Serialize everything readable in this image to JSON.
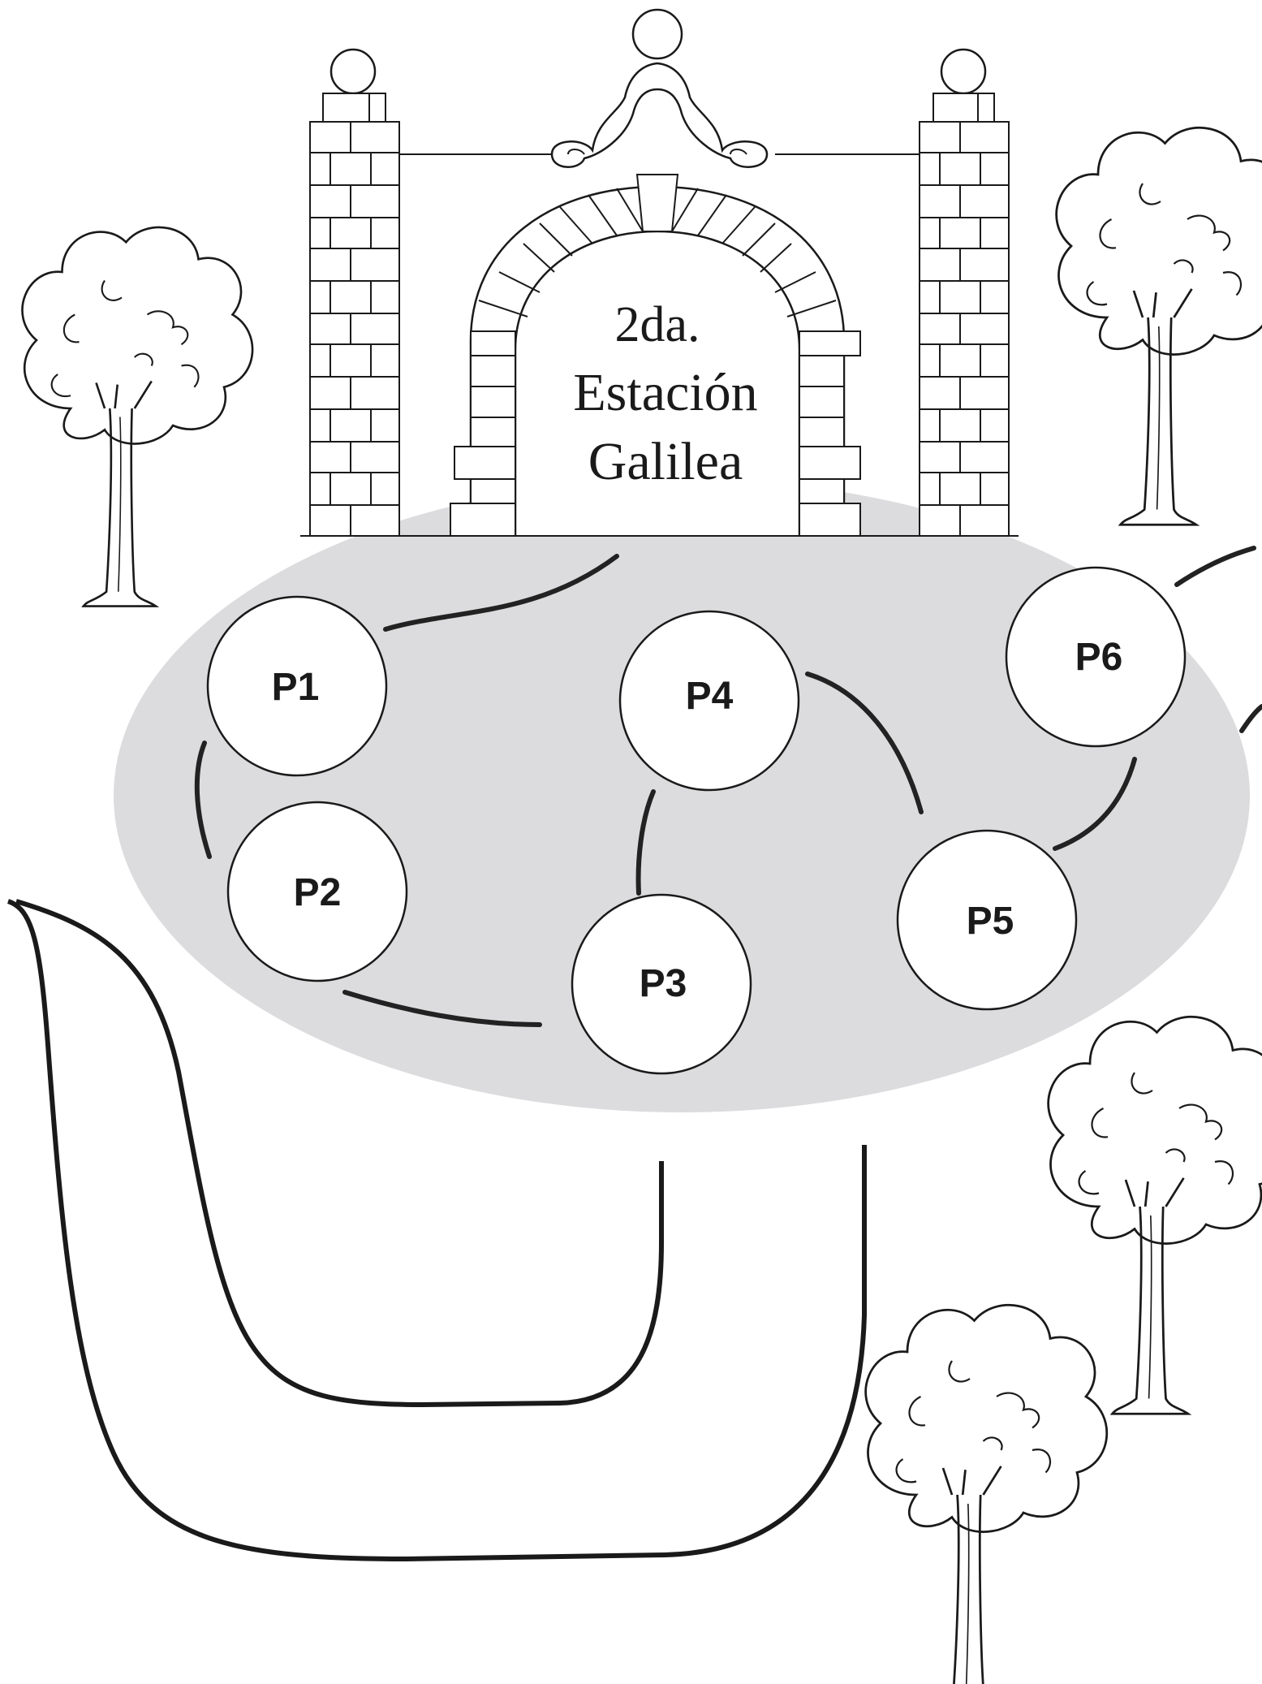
{
  "station": {
    "line1": "2da.",
    "line2": "Estación",
    "line3": "Galilea"
  },
  "stops": [
    {
      "id": "p1",
      "label": "P1"
    },
    {
      "id": "p2",
      "label": "P2"
    },
    {
      "id": "p3",
      "label": "P3"
    },
    {
      "id": "p4",
      "label": "P4"
    },
    {
      "id": "p5",
      "label": "P5"
    },
    {
      "id": "p6",
      "label": "P6"
    }
  ],
  "colors": {
    "plaza": "#dcdcde",
    "ink": "#1a1a1a",
    "paper": "#ffffff"
  },
  "icons": [
    "tree-icon",
    "gate-icon",
    "path-icon"
  ]
}
